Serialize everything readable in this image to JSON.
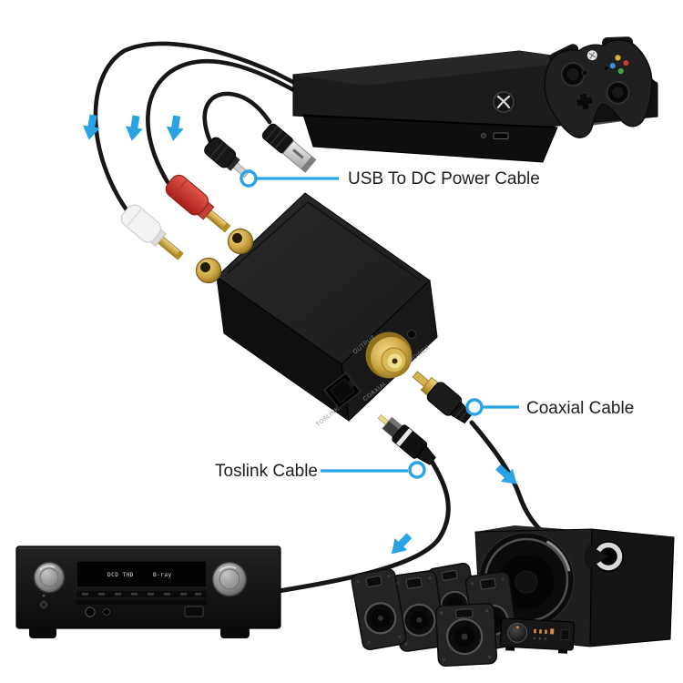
{
  "canvas": {
    "background": "#ffffff"
  },
  "accent_blue": "#29a3e3",
  "callouts": {
    "usb_to_dc": {
      "label": "USB To DC Power Cable"
    },
    "coaxial": {
      "label": "Coaxial Cable"
    },
    "toslink": {
      "label": "Toslink Cable"
    }
  },
  "converter_panel_labels": {
    "output": "OUTPUT",
    "coaxial": "COAXIAL",
    "power": "POWER",
    "toslink": "TOSLINK"
  },
  "receiver_display": {
    "left": "DCD THD",
    "right": "B-ray"
  },
  "palette": {
    "cable": "#161616",
    "rca_white": "#f3f3f3",
    "rca_red": "#cf3a2e",
    "gold": "#c9a23e",
    "device_black": "#1b1b1b",
    "silver": "#c6c6c6",
    "btn_yellow": "#d8b33c",
    "btn_blue": "#3f8fd8",
    "btn_red": "#c43b30",
    "btn_green": "#43a047",
    "led_orange": "#d98b3a"
  }
}
